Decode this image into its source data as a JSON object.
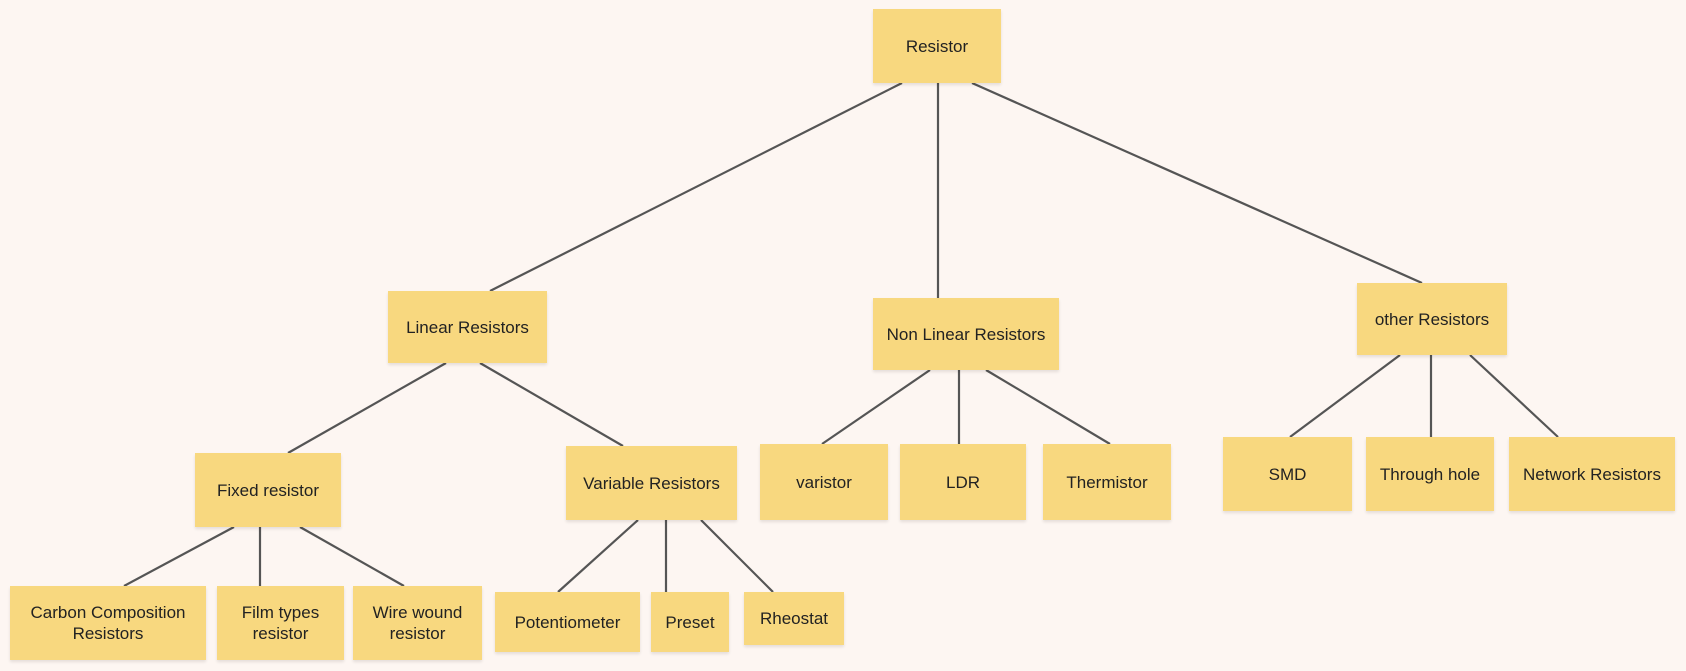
{
  "diagram": {
    "nodes": {
      "root": "Resistor",
      "linear": "Linear Resistors",
      "nonlinear": "Non Linear Resistors",
      "other": "other Resistors",
      "fixed": "Fixed resistor",
      "variable": "Variable Resistors",
      "carbon": "Carbon Composition Resistors",
      "film": "Film types resistor",
      "wire": "Wire wound resistor",
      "potentiometer": "Potentiometer",
      "preset": "Preset",
      "rheostat": "Rheostat",
      "varistor": "varistor",
      "ldr": "LDR",
      "thermistor": "Thermistor",
      "smd": "SMD",
      "through_hole": "Through hole",
      "network": "Network Resistors"
    },
    "colors": {
      "node_fill": "#f8d87f",
      "edge": "#555555",
      "background": "#fdf6f2"
    }
  }
}
